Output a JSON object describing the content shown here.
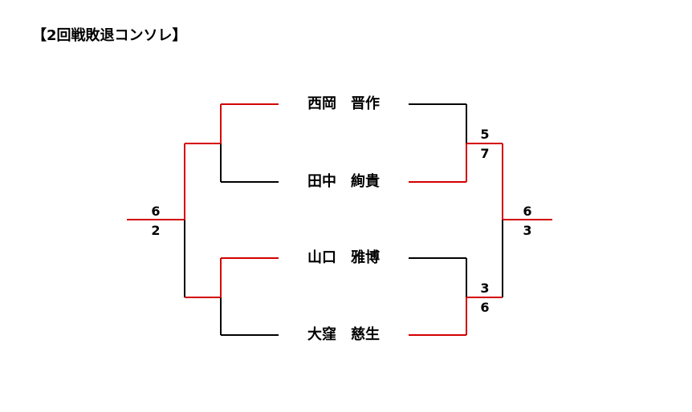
{
  "title": "【2回戦敗退コンソレ】",
  "players": [
    {
      "name": "西岡　晋作"
    },
    {
      "name": "田中　絢貴"
    },
    {
      "name": "山口　雅博"
    },
    {
      "name": "大窪　慈生"
    }
  ],
  "scores": {
    "left_final": [
      "6",
      "2"
    ],
    "right_top": [
      "5",
      "7"
    ],
    "right_bottom": [
      "3",
      "6"
    ],
    "right_final": [
      "6",
      "3"
    ]
  },
  "colors": {
    "winner_line": "#d40000",
    "loser_line": "#000000"
  }
}
